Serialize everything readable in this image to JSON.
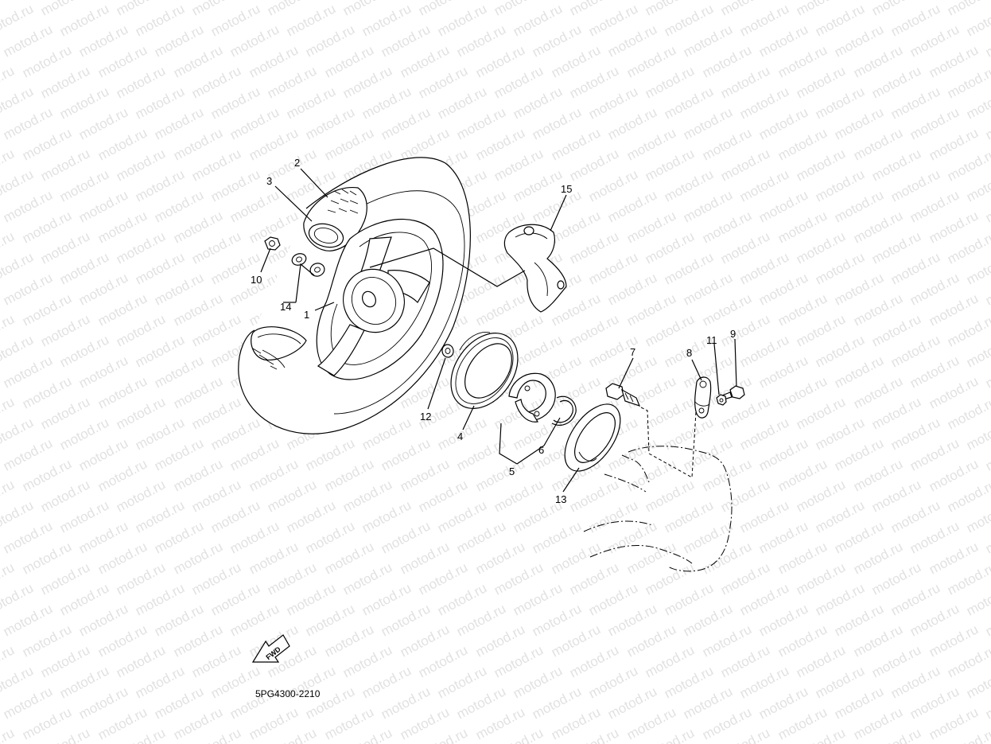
{
  "watermark": "motod.ru",
  "diagram_code": "5PG4300-2210",
  "fwd_label": "FWD",
  "callouts": [
    {
      "id": "c1",
      "label": "1"
    },
    {
      "id": "c2",
      "label": "2"
    },
    {
      "id": "c3",
      "label": "3"
    },
    {
      "id": "c4",
      "label": "4"
    },
    {
      "id": "c5",
      "label": "5"
    },
    {
      "id": "c6",
      "label": "6"
    },
    {
      "id": "c7",
      "label": "7"
    },
    {
      "id": "c8",
      "label": "8"
    },
    {
      "id": "c9",
      "label": "9"
    },
    {
      "id": "c10",
      "label": "10"
    },
    {
      "id": "c11",
      "label": "11"
    },
    {
      "id": "c12",
      "label": "12"
    },
    {
      "id": "c13",
      "label": "13"
    },
    {
      "id": "c14",
      "label": "14"
    },
    {
      "id": "c15",
      "label": "15"
    }
  ]
}
